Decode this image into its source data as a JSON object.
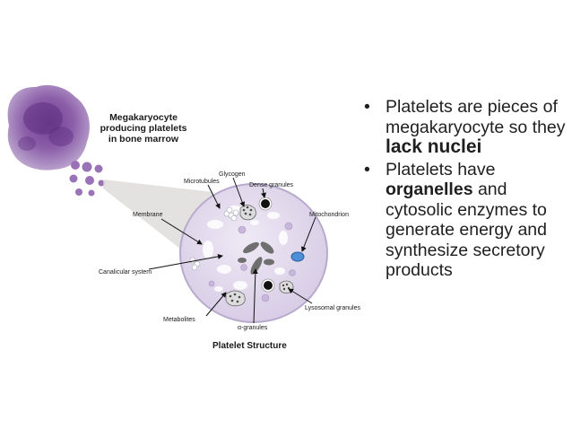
{
  "megakaryocyte_caption": [
    "Megakaryocyte",
    "producing platelets",
    "in bone marrow"
  ],
  "labels": {
    "glycogen": "Glycogen",
    "microtubules": "Microtubules",
    "dense_granules": "Dense granules",
    "membrane": "Membrane",
    "mitochondrion": "Mitochondrion",
    "canalicular_system": "Canalicular system",
    "lysosomal_granules": "Lysosomal granules",
    "metabolites": "Metabolites",
    "alpha_granules": "α-granules"
  },
  "figure_title": "Platelet Structure",
  "bullets": [
    {
      "bullet": "•",
      "before": "Platelets are pieces of megakaryocyte so they ",
      "strong": "lack nuclei",
      "after": ""
    },
    {
      "bullet": "•",
      "before": "Platelets have ",
      "strong": "organelles",
      "after": " and cytosolic enzymes to generate energy and synthesize secretory products"
    }
  ],
  "colors": {
    "megakaryocyte": "#8e5fa8",
    "platelet_fill": "#e4dcee",
    "platelet_border": "#b8aacc",
    "organelle": "#6f6f6f",
    "mitochondrion": "#4d8fd6"
  }
}
